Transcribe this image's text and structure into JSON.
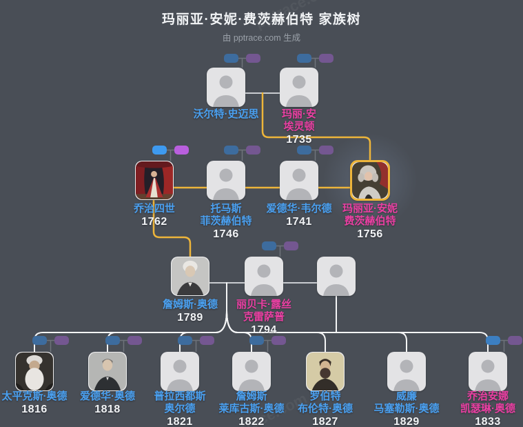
{
  "header": {
    "title": "玛丽亚·安妮·费茨赫伯特 家族树",
    "subtitle": "由 pptrace.com 生成"
  },
  "watermark": {
    "text": "pptrace.com"
  },
  "colors": {
    "background": "#494E56",
    "title_color": "#F2F4F6",
    "subtitle_color": "#9BA1A9",
    "accent_yellow": "#EEB53A",
    "name_blue": "#4AA0F0",
    "name_magenta": "#EA3FA2",
    "year_white": "#F1F3F5",
    "line_white": "#F4F5F6",
    "line_gray": "#C9CCD0",
    "stem_gray": "#6E737A",
    "chip_blue_bright": "#3E9AF0",
    "chip_purple_bright": "#B95FDE",
    "chip_blue_muted": "#3D6C9E",
    "chip_purple_muted": "#745791",
    "chip_blue_medium": "#3C7FC2"
  },
  "persons": {
    "walter": {
      "name_lines": [
        "沃尔特·史迈思"
      ],
      "year": ""
    },
    "mary_ann": {
      "name_lines": [
        "玛丽·安",
        "埃灵顿"
      ],
      "year": "1735"
    },
    "george_iv": {
      "name_lines": [
        "乔治四世"
      ],
      "year": "1762"
    },
    "thomas": {
      "name_lines": [
        "托马斯",
        "菲茨赫伯特"
      ],
      "year": "1746"
    },
    "edward_weld": {
      "name_lines": [
        "爱德华·韦尔德"
      ],
      "year": "1741"
    },
    "maria": {
      "name_lines": [
        "玛丽亚·安妮",
        "费茨赫伯特"
      ],
      "year": "1756"
    },
    "james_ord": {
      "name_lines": [
        "詹姆斯·奥德"
      ],
      "year": "1789"
    },
    "rebecca": {
      "name_lines": [
        "丽贝卡·露丝",
        "克雷萨普"
      ],
      "year": "1794"
    },
    "pacificus": {
      "name_lines": [
        "太平克斯·奥德"
      ],
      "year": "1816"
    },
    "edward_ord": {
      "name_lines": [
        "爱德华·奥德"
      ],
      "year": "1818"
    },
    "placidus": {
      "name_lines": [
        "普拉西都斯",
        "奥尔德"
      ],
      "year": "1821"
    },
    "james_lycurgus": {
      "name_lines": [
        "詹姆斯",
        "莱库古斯·奥德"
      ],
      "year": "1822"
    },
    "robert_brent": {
      "name_lines": [
        "罗伯特",
        "布伦特·奥德"
      ],
      "year": "1827"
    },
    "william_marcellus": {
      "name_lines": [
        "威廉",
        "马塞勒斯·奥德"
      ],
      "year": "1829"
    },
    "georgiana": {
      "name_lines": [
        "乔治安娜",
        "凯瑟琳·奥德"
      ],
      "year": "1833"
    }
  },
  "generations": [
    [
      "walter",
      "mary_ann"
    ],
    [
      "george_iv",
      "thomas",
      "edward_weld",
      "maria"
    ],
    [
      "james_ord",
      "rebecca",
      "unknown_spouse"
    ],
    [
      "pacificus",
      "edward_ord",
      "placidus",
      "james_lycurgus",
      "robert_brent",
      "william_marcellus",
      "georgiana"
    ]
  ]
}
